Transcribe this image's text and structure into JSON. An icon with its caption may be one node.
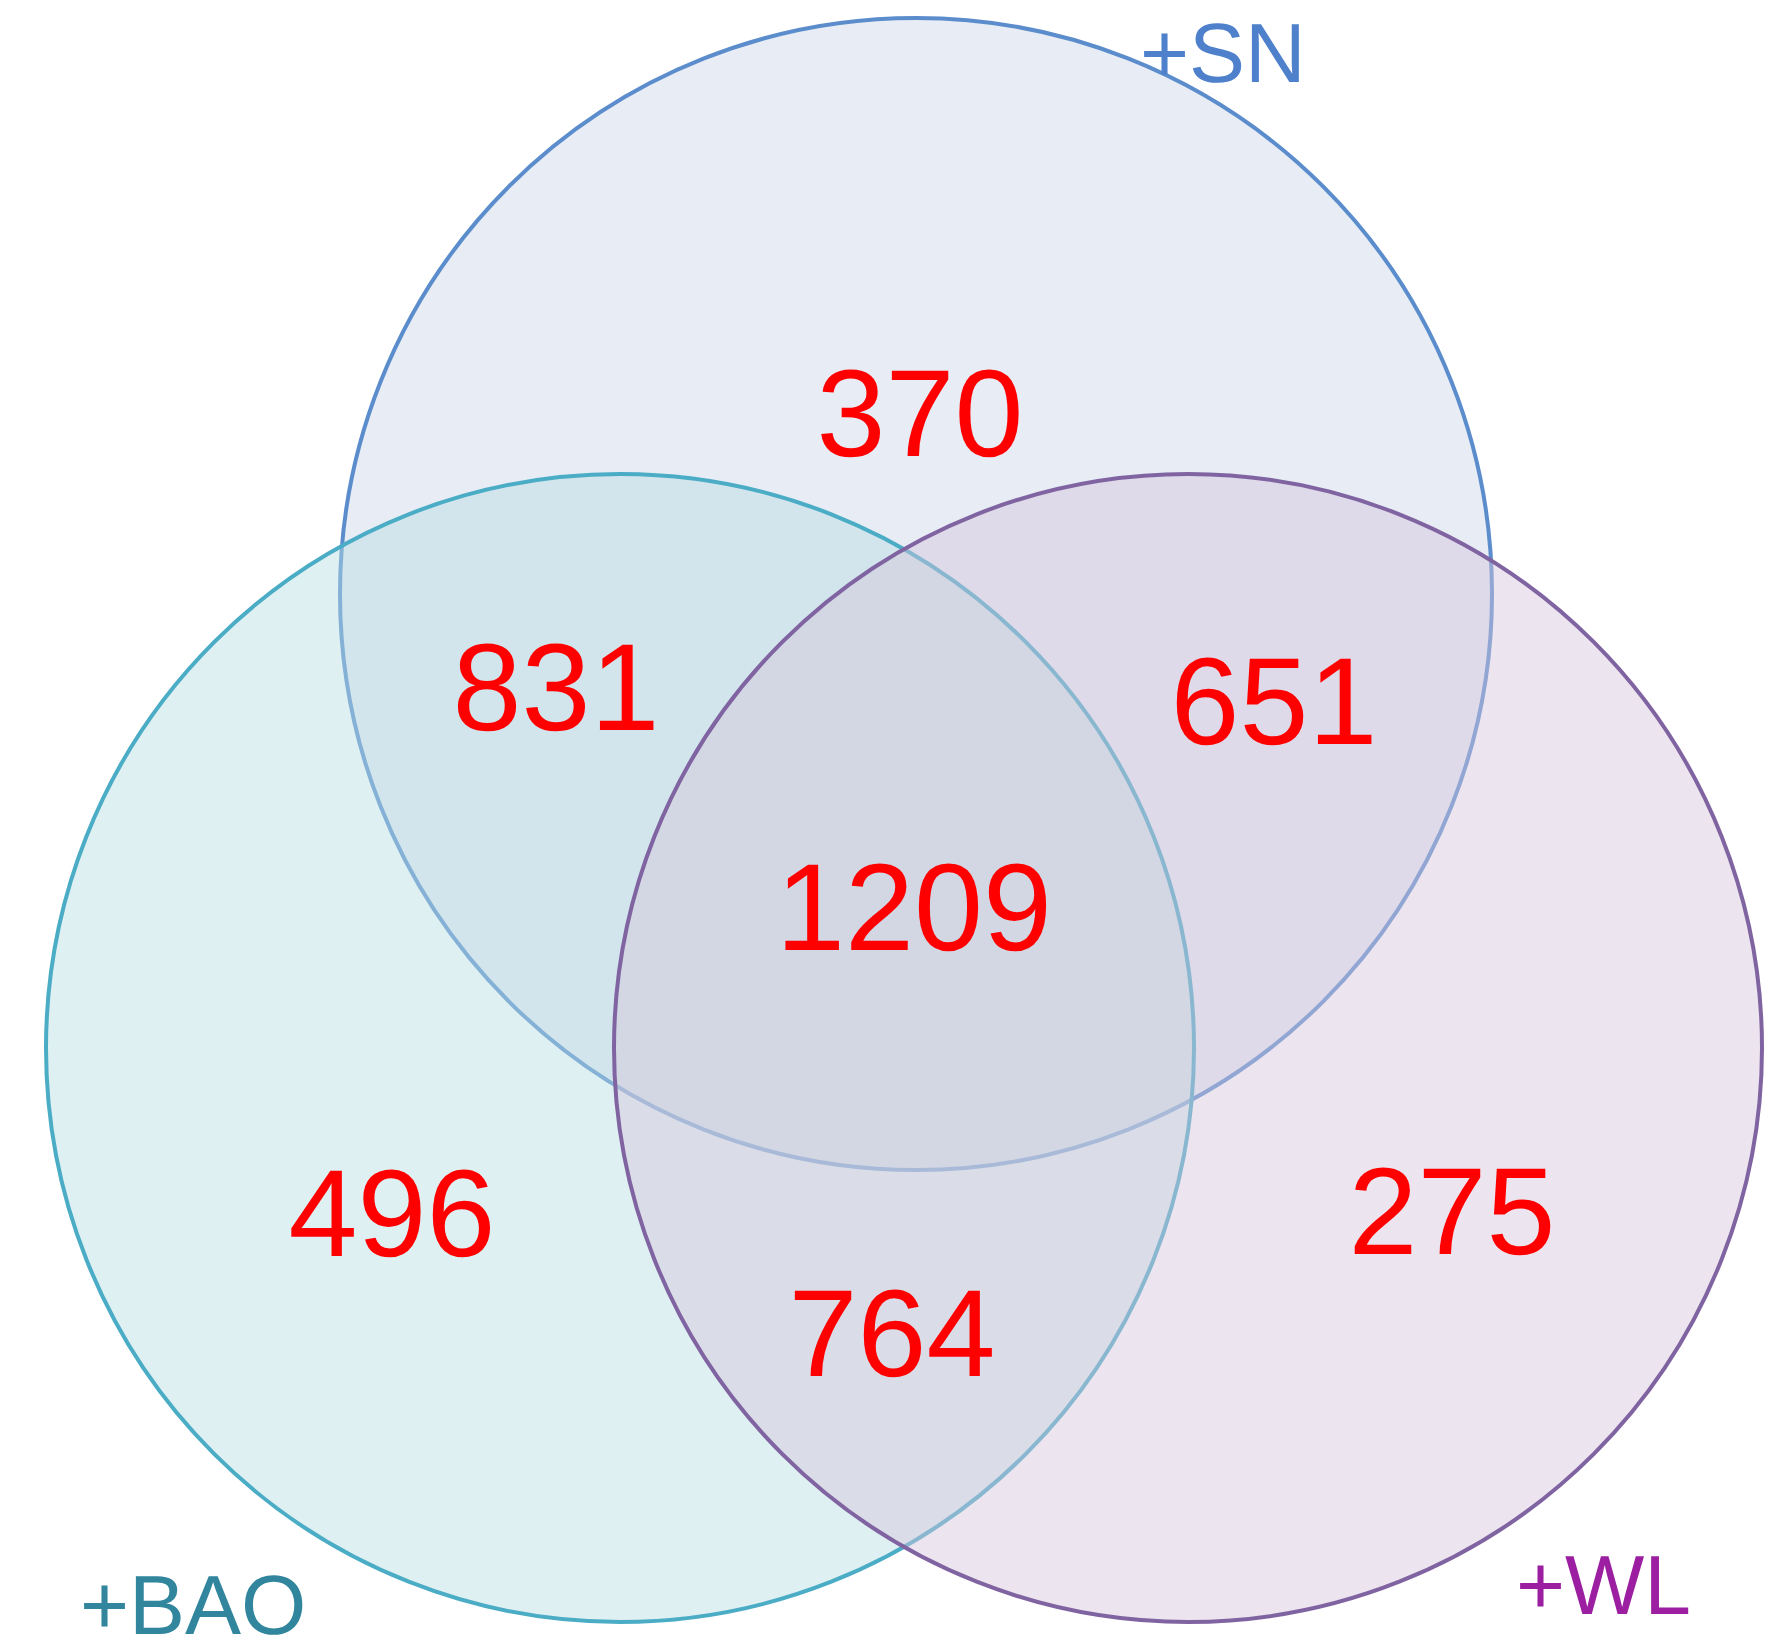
{
  "diagram": {
    "nodes": [
      {
        "text": [
          "+SN"
        ]
      },
      {
        "text": [
          "+BAO"
        ]
      },
      {
        "text": [
          "+WL"
        ]
      }
    ],
    "labels": [
      "370",
      "831",
      "651",
      "1209",
      "496",
      "275",
      "764"
    ]
  }
}
